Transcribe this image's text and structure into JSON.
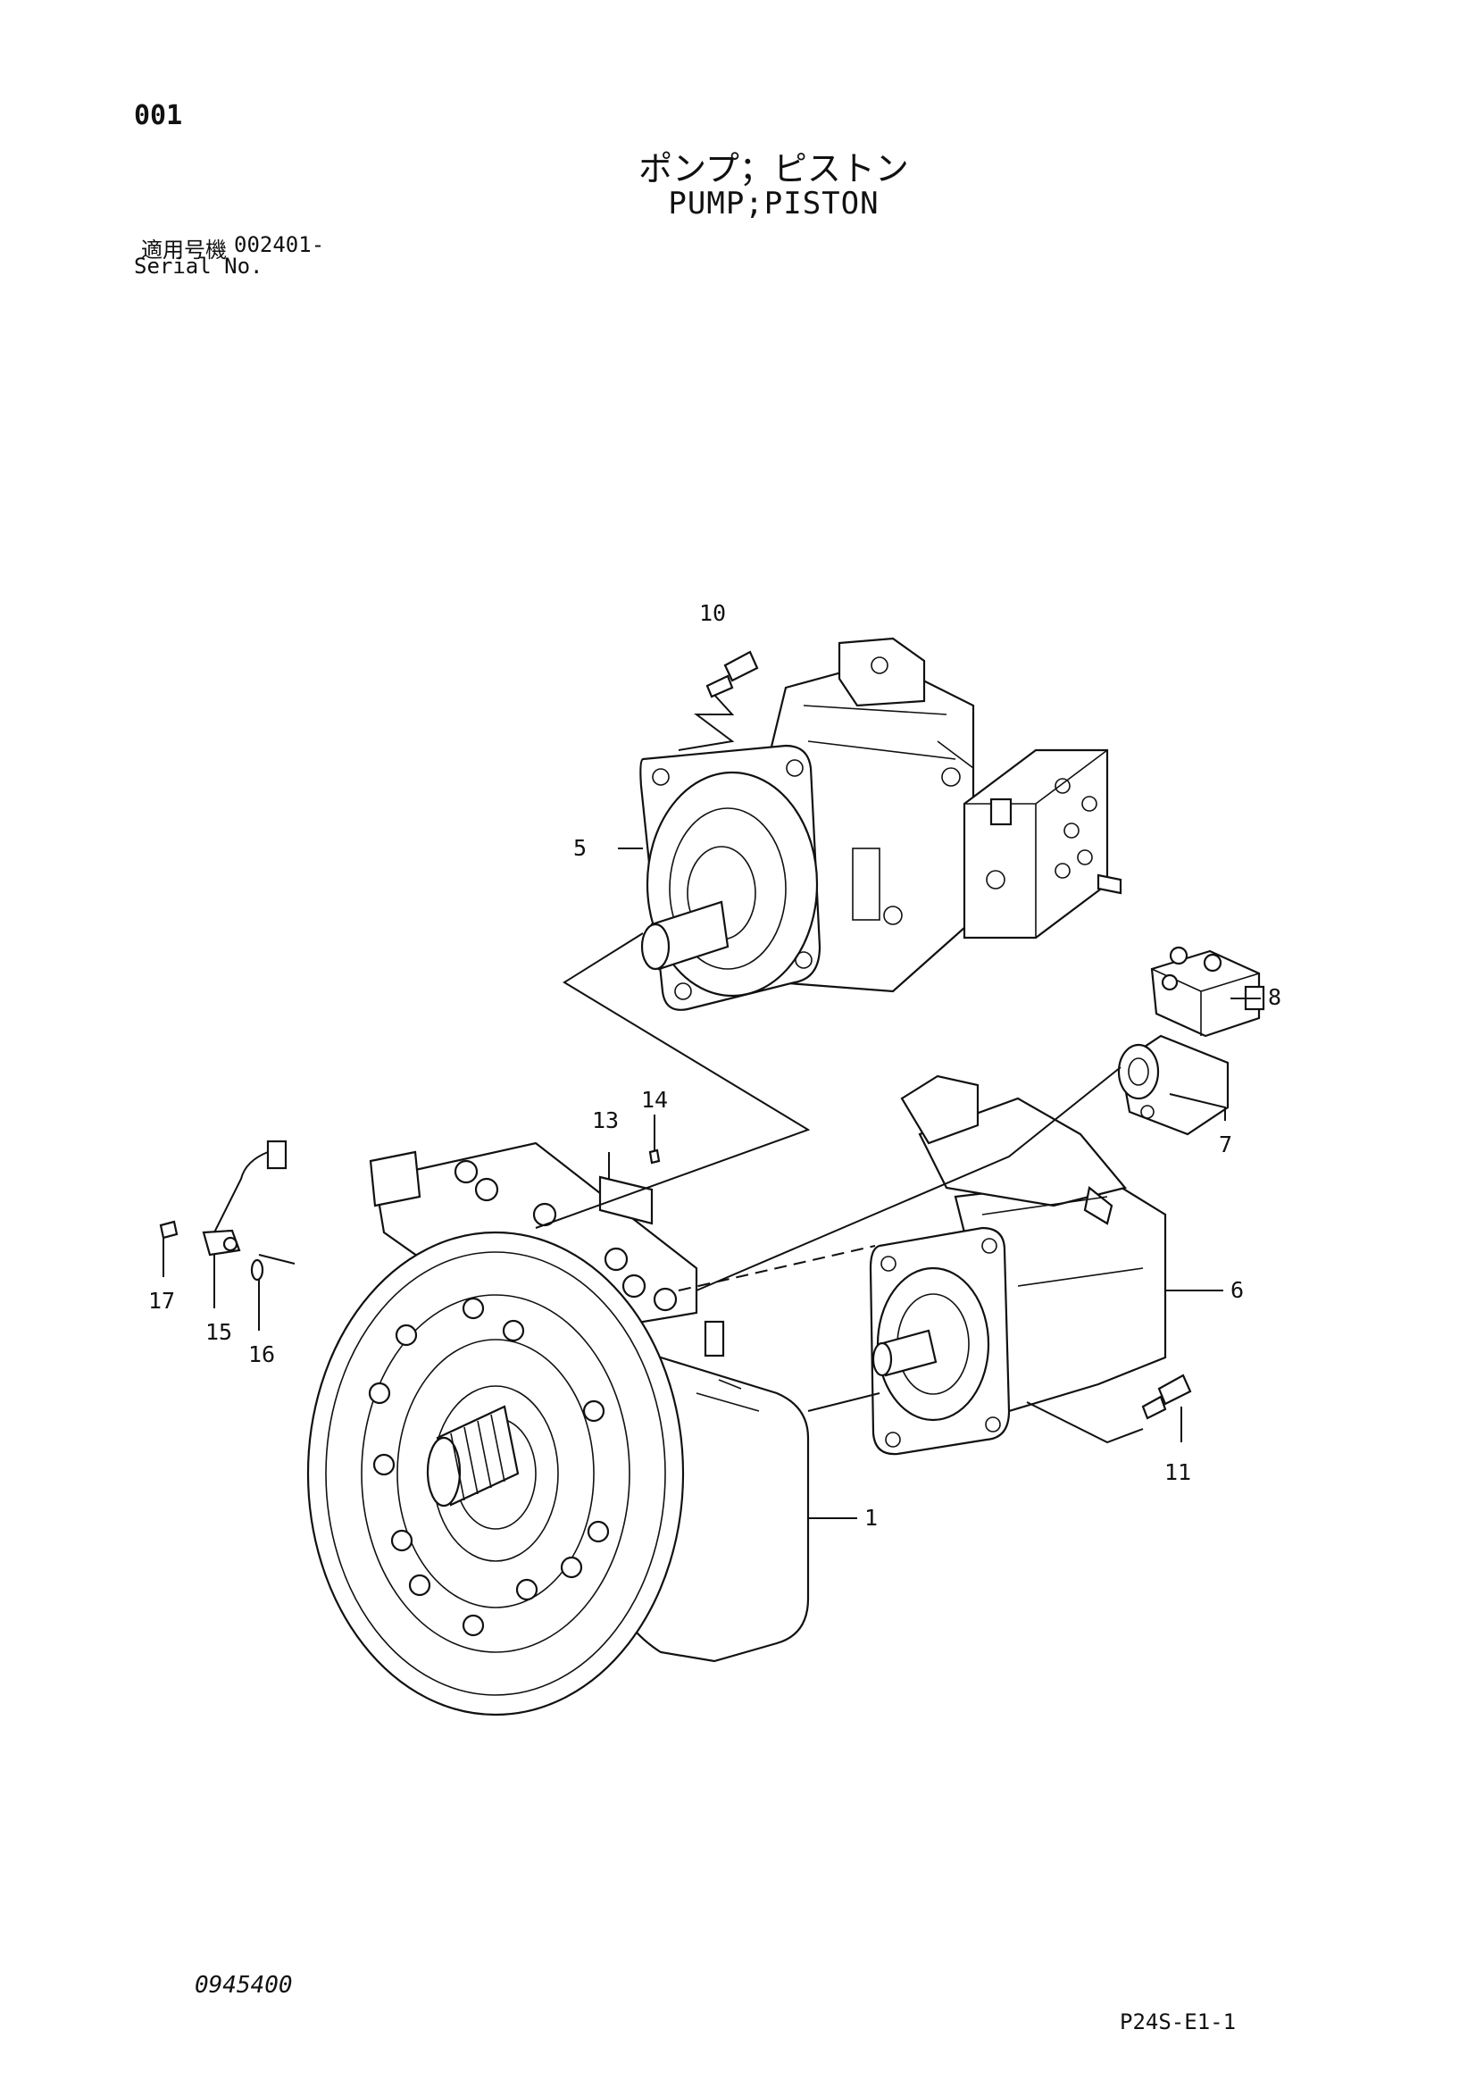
{
  "header": {
    "page_number": "001",
    "title_jp": "ポンプ；ピストン",
    "title_en": "PUMP;PISTON",
    "serial_label_jp": "適用号機",
    "serial_value": "002401-",
    "serial_label_en": "Serial No."
  },
  "callouts": [
    "1",
    "5",
    "6",
    "7",
    "8",
    "10",
    "11",
    "13",
    "14",
    "15",
    "16",
    "17"
  ],
  "footer": {
    "doc_code": "0945400",
    "page_code": "P24S-E1-1"
  }
}
